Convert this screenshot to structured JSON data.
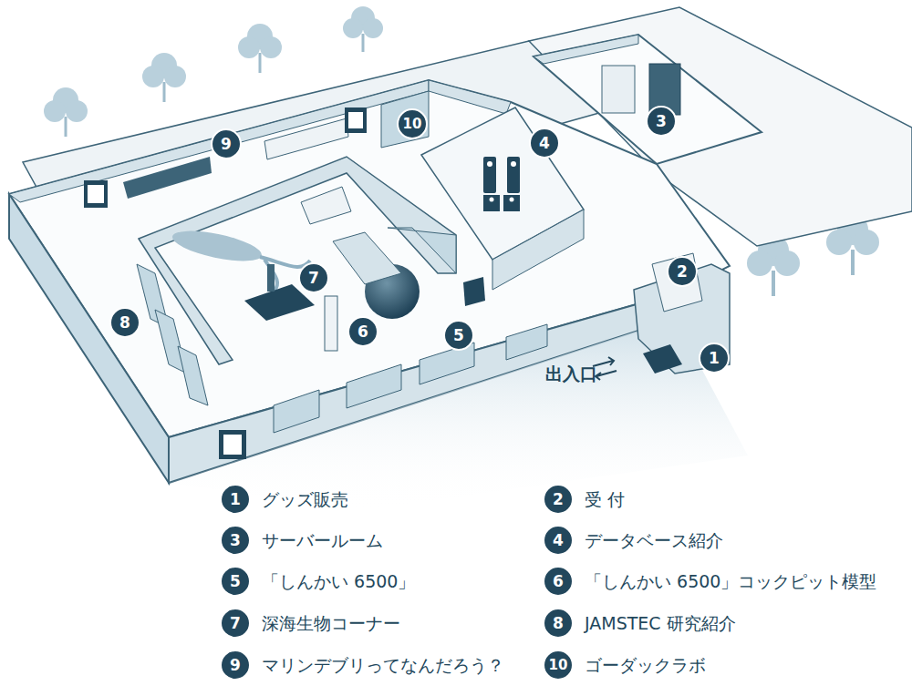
{
  "diagram": {
    "nodes": [
      {
        "text": [
          "1"
        ]
      },
      {
        "text": [
          "2"
        ]
      },
      {
        "text": [
          "3"
        ]
      },
      {
        "text": [
          "4"
        ]
      },
      {
        "text": [
          "5"
        ]
      },
      {
        "text": [
          "6"
        ]
      },
      {
        "text": [
          "7"
        ]
      },
      {
        "text": [
          "8"
        ]
      },
      {
        "text": [
          "9"
        ]
      },
      {
        "text": [
          "10"
        ]
      },
      {
        "text": [
          "1",
          "グッズ販売"
        ]
      },
      {
        "text": [
          "2",
          "受 付"
        ]
      },
      {
        "text": [
          "3",
          "サーバールーム"
        ]
      },
      {
        "text": [
          "4",
          "データベース紹介"
        ]
      },
      {
        "text": [
          "5",
          "「しんかい 6500」"
        ]
      },
      {
        "text": [
          "6",
          "「しんかい 6500」コックピット模型"
        ]
      },
      {
        "text": [
          "7",
          "深海生物コーナー"
        ]
      },
      {
        "text": [
          "8",
          "JAMSTEC 研究紹介"
        ]
      },
      {
        "text": [
          "9",
          "マリンデブリってなんだろう？"
        ]
      },
      {
        "text": [
          "10",
          "ゴーダックラボ"
        ]
      }
    ],
    "labels": [
      "出入口"
    ]
  }
}
